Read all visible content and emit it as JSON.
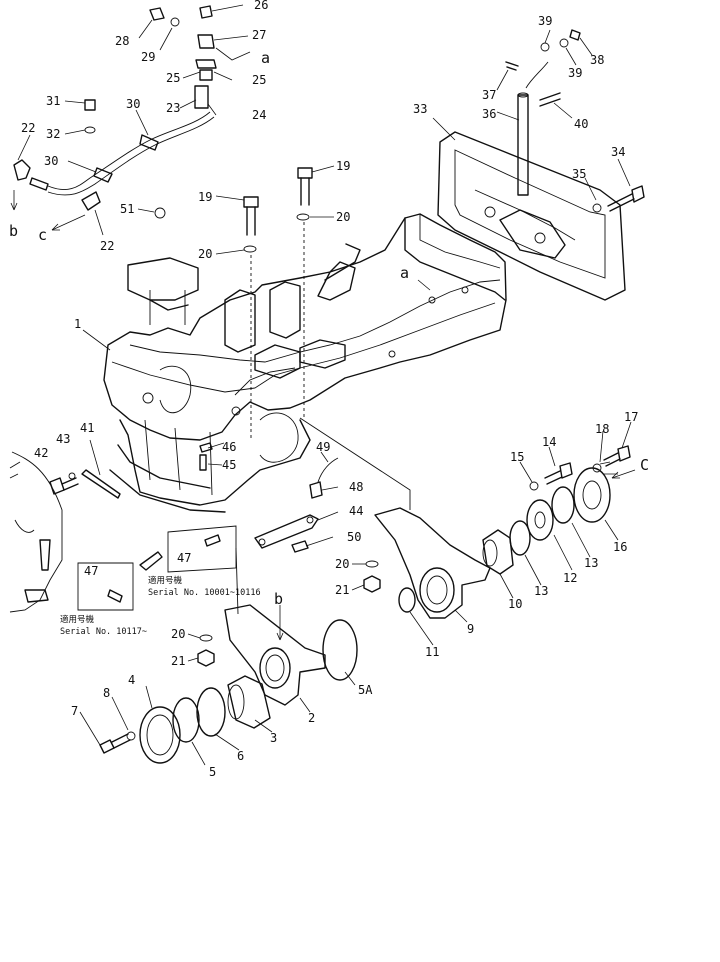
{
  "diagram": {
    "callouts": {
      "n1": "1",
      "n2": "2",
      "n3": "3",
      "n4": "4",
      "n5": "5",
      "n5a": "5A",
      "n6": "6",
      "n7": "7",
      "n8": "8",
      "n9": "9",
      "n10": "10",
      "n11": "11",
      "n12": "12",
      "n13a": "13",
      "n13b": "13",
      "n14": "14",
      "n15": "15",
      "n16": "16",
      "n17": "17",
      "n18": "18",
      "n19a": "19",
      "n19b": "19",
      "n20a": "20",
      "n20b": "20",
      "n20c": "20",
      "n20d": "20",
      "n21a": "21",
      "n21b": "21",
      "n22a": "22",
      "n22b": "22",
      "n23": "23",
      "n24": "24",
      "n25a": "25",
      "n25b": "25",
      "n26": "26",
      "n27": "27",
      "n28": "28",
      "n29": "29",
      "n30a": "30",
      "n30b": "30",
      "n31": "31",
      "n32": "32",
      "n33": "33",
      "n34": "34",
      "n35": "35",
      "n36": "36",
      "n37": "37",
      "n38": "38",
      "n39a": "39",
      "n39b": "39",
      "n40": "40",
      "n41": "41",
      "n42": "42",
      "n43": "43",
      "n44": "44",
      "n45": "45",
      "n46": "46",
      "n47a": "47",
      "n47b": "47",
      "n48": "48",
      "n49": "49",
      "n50": "50",
      "n51": "51"
    },
    "letters": {
      "a1": "a",
      "a2": "a",
      "b1": "b",
      "b2": "b",
      "c1": "c",
      "c2": "C"
    },
    "notes": {
      "serial_a_cn": "適用号機",
      "serial_a": "Serial No. 10001~10116",
      "serial_b_cn": "適用号機",
      "serial_b": "Serial No. 10117~"
    }
  }
}
